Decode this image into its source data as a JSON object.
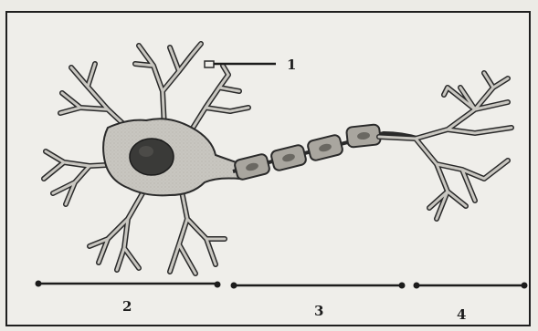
{
  "labels": {
    "part_1": "1",
    "part_2": "2",
    "part_3": "3",
    "part_4": "4"
  },
  "colors": {
    "frame": "#1f1f1f",
    "cytoplasm": "#c9c7c1",
    "outline": "#2a2a2a",
    "nucleus": "#3a3a38",
    "myelin": "#a9a69f"
  }
}
